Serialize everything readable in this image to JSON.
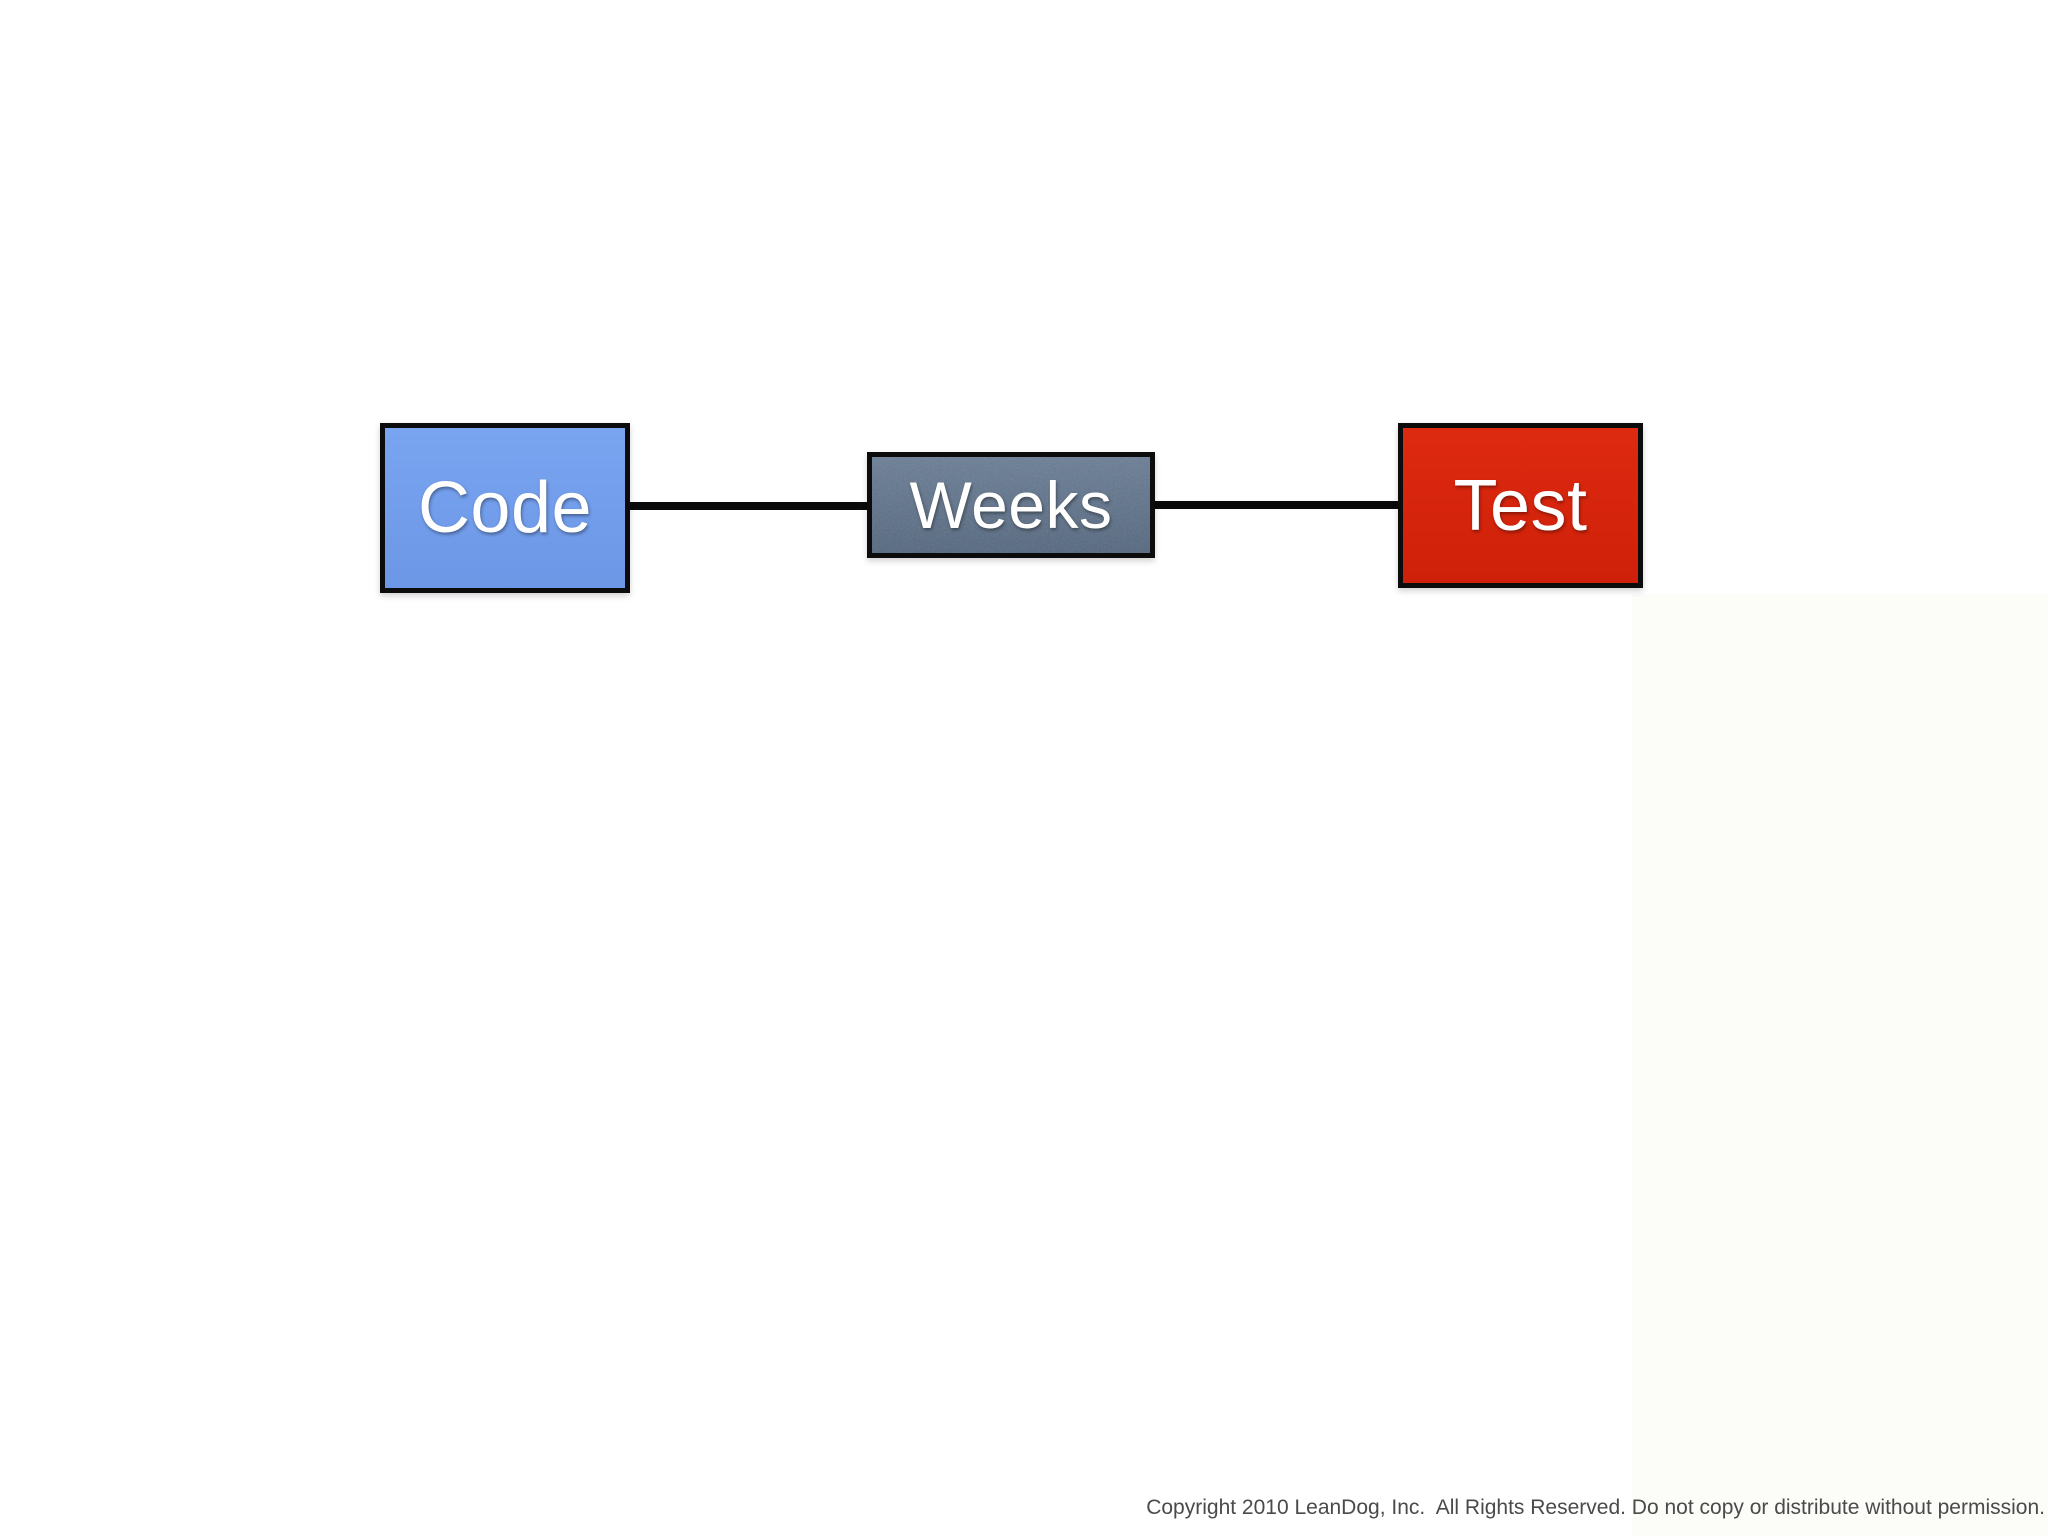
{
  "diagram": {
    "nodes": [
      {
        "id": "code",
        "label": "Code",
        "fill_top": "#79a4f0",
        "fill_bottom": "#6c97e6",
        "border_color": "#0c0c0c",
        "text_color": "#ffffff"
      },
      {
        "id": "weeks",
        "label": "Weeks",
        "fill_top": "#6b7e96",
        "fill_bottom": "#55687f",
        "border_color": "#0c0c0c",
        "text_color": "#ffffff"
      },
      {
        "id": "test",
        "label": "Test",
        "fill_top": "#dd2a10",
        "fill_bottom": "#cf2009",
        "border_color": "#0c0c0c",
        "text_color": "#ffffff"
      }
    ],
    "connectors": [
      {
        "from": "code",
        "to": "weeks",
        "color": "#0a0a0a"
      },
      {
        "from": "weeks",
        "to": "test",
        "color": "#0a0a0a"
      }
    ]
  },
  "footer": {
    "copyright": "Copyright 2010 LeanDog, Inc.  All Rights Reserved. Do not copy or distribute without permission."
  }
}
